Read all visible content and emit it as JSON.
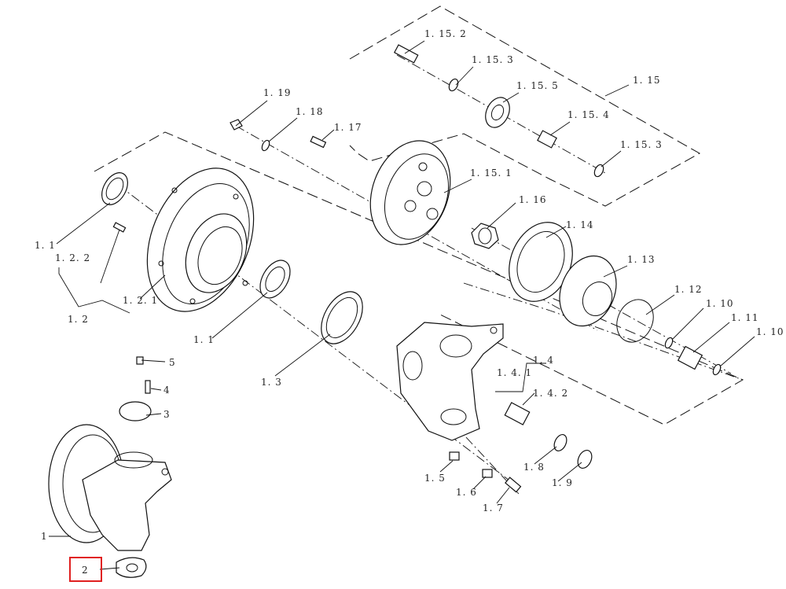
{
  "labels": {
    "p1": "1",
    "p1_1a": "1. 1",
    "p1_1b": "1. 1",
    "p1_2": "1. 2",
    "p1_2_1": "1. 2. 1",
    "p1_2_2": "1. 2. 2",
    "p1_3": "1. 3",
    "p1_4": "1. 4",
    "p1_4_1": "1. 4. 1",
    "p1_4_2": "1. 4. 2",
    "p1_5": "1. 5",
    "p1_6": "1. 6",
    "p1_7": "1. 7",
    "p1_8": "1. 8",
    "p1_9": "1. 9",
    "p1_10a": "1. 10",
    "p1_10b": "1. 10",
    "p1_11": "1. 11",
    "p1_12": "1. 12",
    "p1_13": "1. 13",
    "p1_14": "1. 14",
    "p1_15": "1. 15",
    "p1_15_1": "1. 15. 1",
    "p1_15_2": "1. 15. 2",
    "p1_15_3a": "1. 15. 3",
    "p1_15_3b": "1. 15. 3",
    "p1_15_4": "1. 15. 4",
    "p1_15_5": "1. 15. 5",
    "p1_16": "1. 16",
    "p1_17": "1. 17",
    "p1_18": "1. 18",
    "p1_19": "1. 19",
    "p2": "2",
    "p3": "3",
    "p4": "4",
    "p5": "5"
  },
  "highlight": {
    "color": "#e02020",
    "part": "2"
  }
}
